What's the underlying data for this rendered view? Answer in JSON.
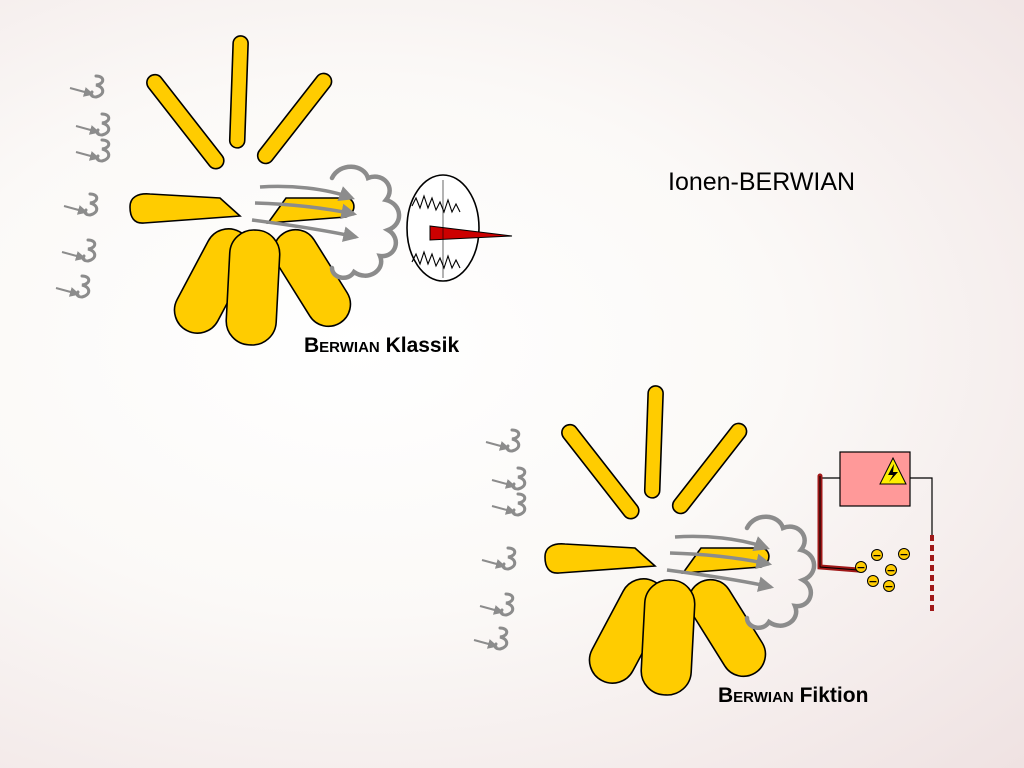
{
  "title": "Ionen-BERWIAN",
  "captions": {
    "klassik": {
      "initial": "B",
      "smallcaps": "erwian",
      "word": "Klassik"
    },
    "fiktion": {
      "initial": "B",
      "smallcaps": "erwian",
      "word": "Fiktion"
    }
  },
  "colors": {
    "petal": "#ffcc00",
    "outline": "#000000",
    "airflow": "#8c8c8c",
    "propeller": "#cc0000",
    "power_box": "#ff9999",
    "electrode": "#a01818",
    "ion": "#ffcc00",
    "bolt_warning": "#ffee00"
  },
  "icons": {
    "warning": "high-voltage-icon",
    "ion": "minus-icon",
    "propeller": "propeller-icon",
    "emitter": "jellyfish-icon"
  },
  "ion_symbol": "−"
}
